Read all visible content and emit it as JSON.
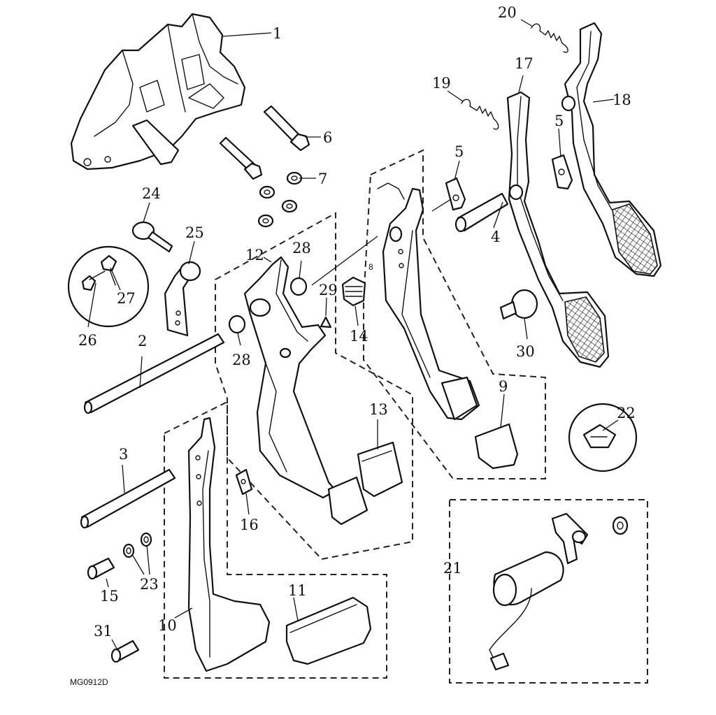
{
  "diagram": {
    "drawing_code": "MG0912D",
    "callouts": [
      {
        "id": "callout-1",
        "text": "1"
      },
      {
        "id": "callout-2",
        "text": "2"
      },
      {
        "id": "callout-3",
        "text": "3"
      },
      {
        "id": "callout-4",
        "text": "4"
      },
      {
        "id": "callout-5a",
        "text": "5"
      },
      {
        "id": "callout-5b",
        "text": "5"
      },
      {
        "id": "callout-6",
        "text": "6"
      },
      {
        "id": "callout-7",
        "text": "7"
      },
      {
        "id": "callout-8",
        "text": "8"
      },
      {
        "id": "callout-9",
        "text": "9"
      },
      {
        "id": "callout-10",
        "text": "10"
      },
      {
        "id": "callout-11",
        "text": "11"
      },
      {
        "id": "callout-12",
        "text": "12"
      },
      {
        "id": "callout-13",
        "text": "13"
      },
      {
        "id": "callout-14",
        "text": "14"
      },
      {
        "id": "callout-15",
        "text": "15"
      },
      {
        "id": "callout-16",
        "text": "16"
      },
      {
        "id": "callout-17",
        "text": "17"
      },
      {
        "id": "callout-18",
        "text": "18"
      },
      {
        "id": "callout-19",
        "text": "19"
      },
      {
        "id": "callout-20",
        "text": "20"
      },
      {
        "id": "callout-21",
        "text": "21"
      },
      {
        "id": "callout-22",
        "text": "22"
      },
      {
        "id": "callout-23",
        "text": "23"
      },
      {
        "id": "callout-24",
        "text": "24"
      },
      {
        "id": "callout-25",
        "text": "25"
      },
      {
        "id": "callout-26",
        "text": "26"
      },
      {
        "id": "callout-27",
        "text": "27"
      },
      {
        "id": "callout-28a",
        "text": "28"
      },
      {
        "id": "callout-28b",
        "text": "28"
      },
      {
        "id": "callout-29",
        "text": "29"
      },
      {
        "id": "callout-30",
        "text": "30"
      },
      {
        "id": "callout-31",
        "text": "31"
      }
    ]
  }
}
